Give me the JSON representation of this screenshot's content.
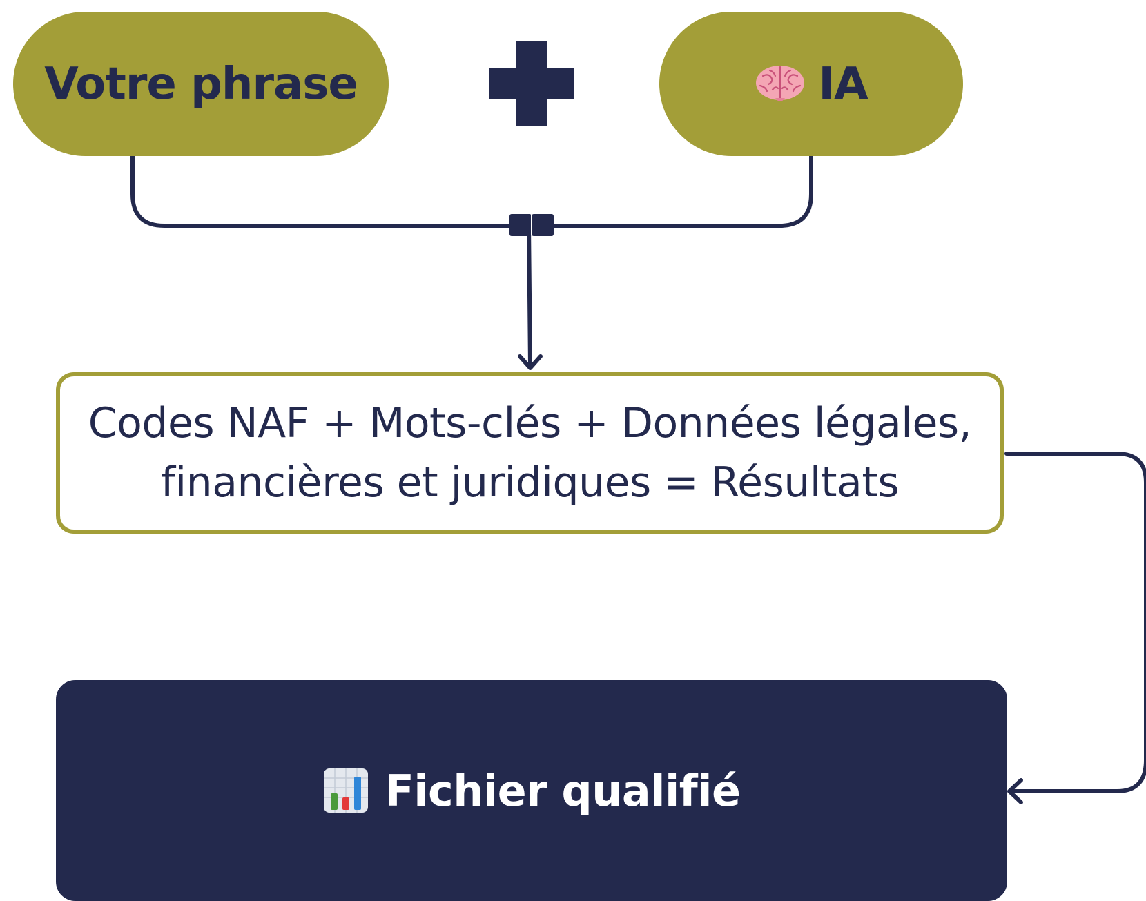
{
  "colors": {
    "olive": "#a39e38",
    "navy": "#23294d",
    "white": "#ffffff"
  },
  "inputs": {
    "left_label": "Votre phrase",
    "right_label": "IA",
    "right_icon": "brain-icon",
    "operator_icon": "plus-icon"
  },
  "result": {
    "line1": "Codes NAF + Mots-clés + Données légales,",
    "line2": "financières et juridiques = Résultats"
  },
  "output": {
    "label": "Fichier qualifié",
    "icon": "bar-chart-icon"
  }
}
